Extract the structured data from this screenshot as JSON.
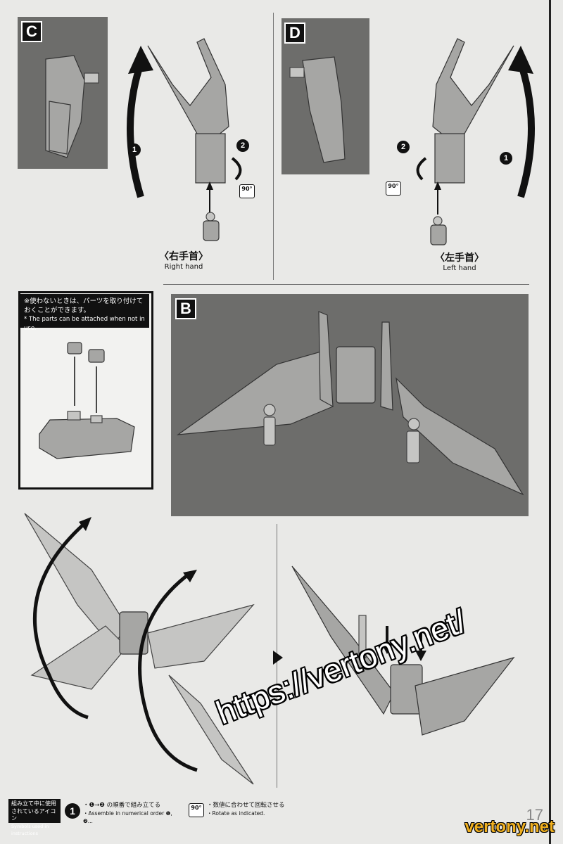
{
  "panels": {
    "c_label": "C",
    "d_label": "D",
    "b_label": "B"
  },
  "hands": {
    "right_jp": "〈右手首〉",
    "right_en": "Right hand",
    "left_jp": "〈左手首〉",
    "left_en": "Left hand"
  },
  "steps": {
    "one": "1",
    "two": "2",
    "rotate_badge": "90°"
  },
  "note": {
    "jp_line1": "※使わないときは、パーツを取り付けて",
    "jp_line2": "おくことができます。",
    "en": "* The parts can be attached when not in use."
  },
  "legend": {
    "title_jp_1": "組み立て中に使用",
    "title_jp_2": "されているアイコン",
    "title_en": "Symbols used in instructions",
    "order_jp": "・❶→❷ の順番で組み立てる",
    "order_en": "・Assemble in numerical order ❶, ❷...",
    "rotate_jp": "・数値に合わせて回転させる",
    "rotate_en": "・Rotate as indicated."
  },
  "page_number": "17",
  "watermark": {
    "url": "https://vertony.net/",
    "site": "vertony.net"
  }
}
